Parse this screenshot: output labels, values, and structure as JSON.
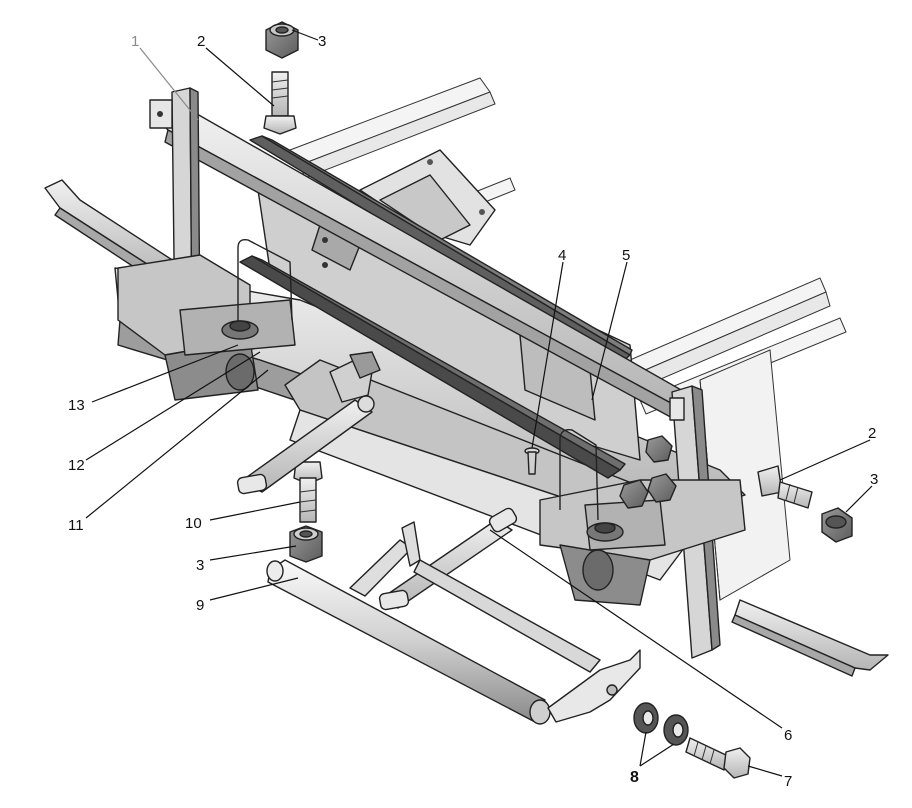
{
  "callouts": {
    "c1": "1",
    "c2a": "2",
    "c3a": "3",
    "c4": "4",
    "c5": "5",
    "c2b": "2",
    "c3b": "3",
    "c6": "6",
    "c7": "7",
    "c8": "8",
    "c9": "9",
    "c3c": "3",
    "c10": "10",
    "c11": "11",
    "c12": "12",
    "c13": "13"
  },
  "colors": {
    "metal_light": "#dcdcdc",
    "metal_mid": "#bdbdbd",
    "metal_dark": "#8f8f8f",
    "shadow": "#5a5a5a",
    "outline": "#222222"
  }
}
